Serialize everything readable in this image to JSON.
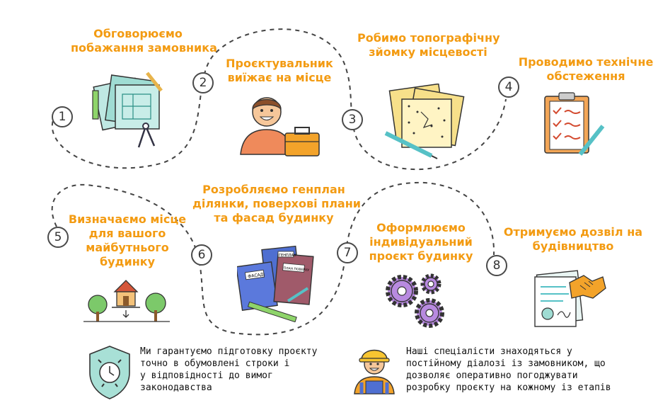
{
  "steps": [
    {
      "number": "1",
      "title_lines": [
        "Обговорюємо",
        "побажання замовника"
      ]
    },
    {
      "number": "2",
      "title_lines": [
        "Проєктувальник",
        "виїжає на місце"
      ]
    },
    {
      "number": "3",
      "title_lines": [
        "Робимо топографічну",
        "зйомку місцевості"
      ]
    },
    {
      "number": "4",
      "title_lines": [
        "Проводимо технічне",
        "обстеження"
      ]
    },
    {
      "number": "5",
      "title_lines": [
        "Визначаємо місце",
        "для вашого",
        "майбутнього",
        "будинку"
      ]
    },
    {
      "number": "6",
      "title_lines": [
        "Розробляємо генплан",
        "ділянки, поверхові плани",
        "та фасад будинку"
      ]
    },
    {
      "number": "7",
      "title_lines": [
        "Оформлюємо",
        "індивідуальний",
        "проєкт будинку"
      ]
    },
    {
      "number": "8",
      "title_lines": [
        "Отримуємо дозвіл на",
        "будівництво"
      ]
    }
  ],
  "illustration_labels": {
    "facade": "ФАСАДІ",
    "genplan": "ГЕНПЛАН",
    "floor_plans": "ПЛАН ПОВЕРХУ"
  },
  "notes": {
    "guarantee": {
      "icon": "shield-clock-icon",
      "lines": [
        "Ми гарантуємо підготовку проєкту",
        "точно в обумовлені строки і",
        "у відповідності до вимог",
        "законодавства"
      ]
    },
    "specialists": {
      "icon": "builder-worker-icon",
      "lines": [
        "Наші спеціалісти знаходяться у",
        "постійному діалозі із замовником, що",
        "дозволяє оперативно погоджувати",
        "розробку проєкту на кожному із етапів"
      ]
    }
  },
  "colors": {
    "accent": "#f39b12",
    "path": "#444444",
    "teal": "#7ed1c8",
    "shield": "#a8e0d6"
  }
}
